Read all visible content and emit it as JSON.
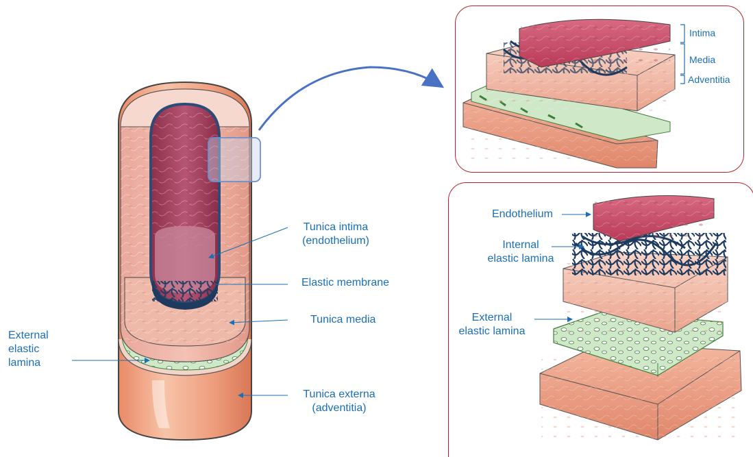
{
  "labels": {
    "tunica_intima": "Tunica intima",
    "tunica_intima_sub": "(endothelium)",
    "elastic_membrane": "Elastic membrane",
    "tunica_media": "Tunica media",
    "external_elastic_lamina": [
      "External",
      "elastic",
      "lamina"
    ],
    "tunica_externa": "Tunica externa",
    "tunica_externa_sub": "(adventitia)"
  },
  "top_panel": {
    "intima": "Intima",
    "media": "Media",
    "adventitia": "Adventitia"
  },
  "bottom_panel": {
    "endothelium": "Endothelium",
    "internal_elastic_lamina": [
      "Internal",
      "elastic lamina"
    ],
    "external_elastic_lamina": [
      "External",
      "elastic lamina"
    ]
  },
  "colors": {
    "label_blue": "#1a6fb5",
    "panel_border": "#b5242a",
    "arrow_blue": "#4a72c4",
    "intima_red": "#c8455e",
    "media_pink": "#f2b9a6",
    "adventitia_orange": "#e9957a",
    "elastic_navy": "#1f3a5f",
    "elastic_green": "#cfe8c8"
  }
}
